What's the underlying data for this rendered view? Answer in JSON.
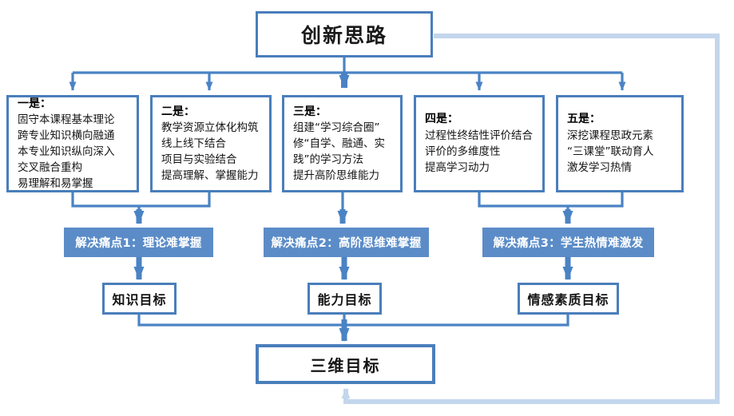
{
  "title": {
    "label": "创新思路"
  },
  "cards": [
    {
      "heading": "一是：",
      "lines": [
        "固守本课程基本理论",
        "跨专业知识横向融通",
        "本专业知识纵向深入",
        "交叉融合重构",
        "易理解和易掌握"
      ]
    },
    {
      "heading": "二是：",
      "lines": [
        "教学资源立体化构筑",
        "线上线下结合",
        "项目与实验结合",
        "提高理解、掌握能力"
      ]
    },
    {
      "heading": "三是：",
      "lines": [
        "组建“学习综合圈”",
        "修“自学、融通、实",
        "践”的学习方法",
        "提升高阶思维能力"
      ]
    },
    {
      "heading": "四是：",
      "lines": [
        "过程性终结性评价结合",
        "评价的多维度性",
        "提高学习动力"
      ]
    },
    {
      "heading": "五是：",
      "lines": [
        "深挖课程思政元素",
        "“三课堂”联动育人",
        "激发学习热情"
      ]
    }
  ],
  "pain_points": [
    {
      "label": "解决痛点1：理论难掌握"
    },
    {
      "label": "解决痛点2：高阶思维难掌握"
    },
    {
      "label": "解决痛点3：学生热情难激发"
    }
  ],
  "goals": [
    {
      "label": "知识目标"
    },
    {
      "label": "能力目标"
    },
    {
      "label": "情感素质目标"
    }
  ],
  "final": {
    "label": "三维目标"
  },
  "colors": {
    "border_blue": "#4a7ebb",
    "bar_fill": "#5b8cc8",
    "connector": "#4a83c4",
    "feedback_loop": "#c3d6ec",
    "text_dark": "#141414",
    "bar_text": "#ffffff",
    "background": "#ffffff"
  }
}
